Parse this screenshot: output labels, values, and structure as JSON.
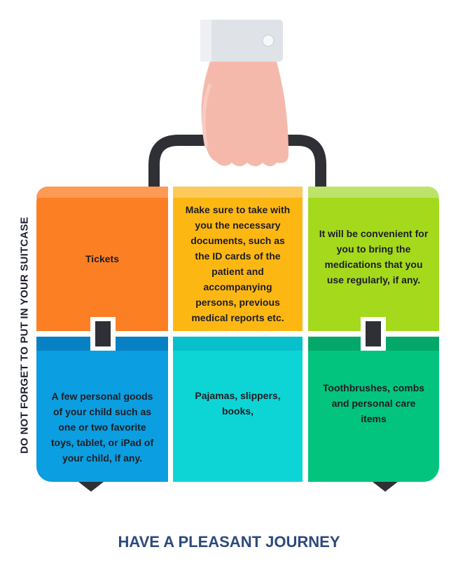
{
  "side_label": "DO NOT FORGET TO PUT IN YOUR SUITCASE",
  "cells": [
    {
      "text": "Tickets",
      "color": "#fd7f23",
      "band": "#fd9a56"
    },
    {
      "text": "Make sure to take with you the necessary documents, such as the ID cards of the patient and accompanying persons, previous medical reports etc.",
      "color": "#fdb713",
      "band": "#fdc95a"
    },
    {
      "text": "It will be convenient for you to bring the medications that you use regularly, if any.",
      "color": "#a4d91c",
      "band": "#bde36a"
    },
    {
      "text": "A few personal goods of your child such as one or two favorite toys, tablet, or iPad of your child, if any.",
      "color": "#0b9ee0",
      "band": "#0881c4"
    },
    {
      "text": "Pajamas, slippers, books,",
      "color": "#0ed5d5",
      "band": "#08bfcc"
    },
    {
      "text": "Toothbrushes, combs and personal care items",
      "color": "#02c47e",
      "band": "#03a868"
    }
  ],
  "footer": "HAVE A PLEASANT JOURNEY"
}
